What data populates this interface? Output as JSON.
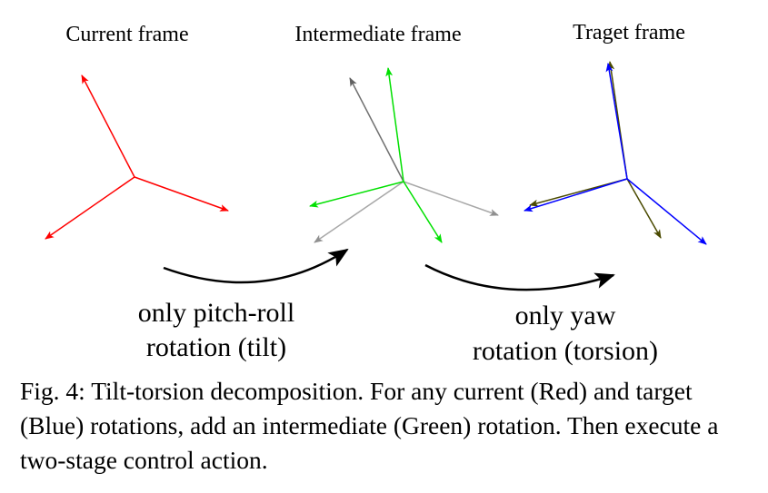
{
  "frames": {
    "current": {
      "title": "Current frame"
    },
    "intermediate": {
      "title": "Intermediate frame"
    },
    "target": {
      "title": "Traget frame"
    }
  },
  "stages": {
    "tilt": {
      "line1": "only pitch-roll",
      "line2": "rotation (tilt)"
    },
    "torsion": {
      "line1": "only yaw",
      "line2": "rotation (torsion)"
    }
  },
  "caption": "Fig. 4: Tilt-torsion decomposition. For any current (Red) and target (Blue) rotations, add an intermediate (Green) rotation. Then execute a two-stage control action.",
  "colors": {
    "current": "#ff0000",
    "intermediate": "#00e000",
    "target": "#0000ff",
    "reference_dark": "#606060",
    "reference_light": "#a0a0a0",
    "torsion_axis": "#4a4a00",
    "transition_arrow": "#000000"
  }
}
